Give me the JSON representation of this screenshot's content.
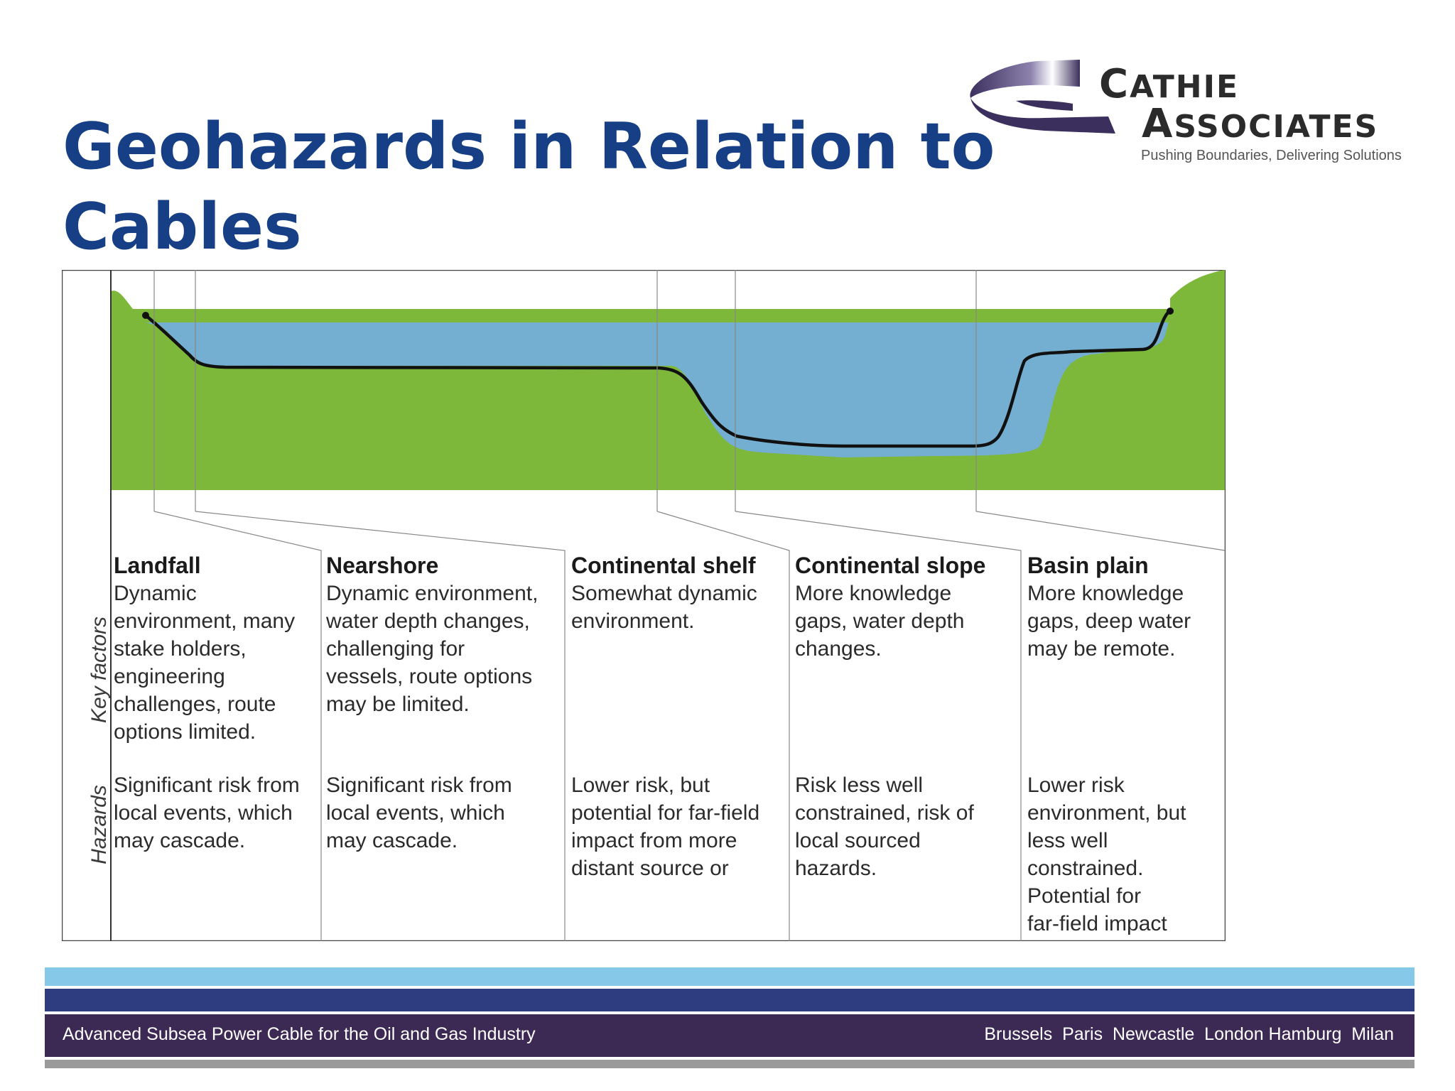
{
  "slide": {
    "title_line1": "Geohazards in Relation to",
    "title_line2": "Cables"
  },
  "logo": {
    "line1_cap": "C",
    "line1_rest": "ATHIE",
    "line2_cap": "A",
    "line2_rest": "SSOCIATES",
    "tagline": "Pushing Boundaries, Delivering Solutions",
    "colors": {
      "swoosh": "#4a3d6b",
      "text": "#2b2b2b"
    }
  },
  "diagram": {
    "colors": {
      "water": "#74aed0",
      "seabed": "#7db83a",
      "cable": "#111111",
      "grid": "#555555"
    },
    "row_labels": {
      "key_factors": "Key factors",
      "hazards": "Hazards"
    },
    "zones": [
      {
        "name": "Landfall",
        "key_factors": "Dynamic\nenvironment, many\nstake holders,\nengineering\nchallenges, route\noptions  limited.",
        "hazards": "Significant risk from\nlocal events, which\nmay cascade."
      },
      {
        "name": "Nearshore",
        "key_factors": "Dynamic environment,\nwater depth changes,\nchallenging for\nvessels, route options\nmay be limited.",
        "hazards": "Significant risk from\nlocal events, which\nmay cascade."
      },
      {
        "name": "Continental shelf",
        "key_factors": "Somewhat dynamic\nenvironment.",
        "hazards": "Lower risk, but\npotential for far-field\nimpact from more\ndistant source or"
      },
      {
        "name": "Continental slope",
        "key_factors": "More knowledge\ngaps, water depth\nchanges.",
        "hazards": "Risk less well\nconstrained, risk of\nlocal sourced\nhazards."
      },
      {
        "name": "Basin plain",
        "key_factors": "More knowledge\ngaps, deep water\nmay be remote.",
        "hazards": "Lower risk\nenvironment, but\nless well\nconstrained.\nPotential for\nfar-field impact"
      }
    ]
  },
  "footer": {
    "left": "Advanced Subsea Power Cable for the Oil and Gas Industry",
    "right": "Brussels  Paris  Newcastle  London Hamburg  Milan",
    "colors": {
      "bar1": "#86c8e8",
      "bar2": "#2e3d80",
      "bar3": "#3c2a55"
    }
  }
}
